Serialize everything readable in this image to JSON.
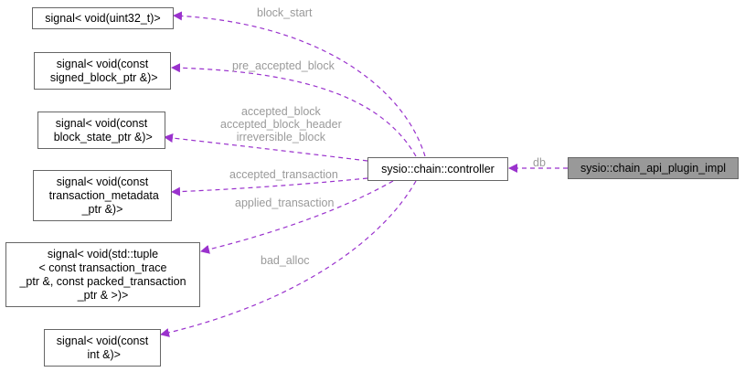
{
  "colors": {
    "edge": "#9a32cd",
    "node_border": "#666666",
    "focus_fill": "#999999",
    "label_text": "#9a9a9a"
  },
  "nodes": {
    "chain_api_plugin_impl": "sysio::chain_api_plugin_impl",
    "controller": "sysio::chain::controller",
    "signal_uint32": "signal< void(uint32_t)>",
    "signal_signed_block": "signal< void(const\n signed_block_ptr &)>",
    "signal_block_state": "signal< void(const\n block_state_ptr &)>",
    "signal_transaction_metadata": "signal< void(const\n transaction_metadata\n_ptr &)>",
    "signal_tuple": "signal< void(std::tuple\n< const transaction_trace\n_ptr &, const packed_transaction\n_ptr & >)>",
    "signal_int": "signal< void(const\n int &)>"
  },
  "edge_labels": {
    "db": "db",
    "block_start": "block_start",
    "pre_accepted_block": "pre_accepted_block",
    "block_state_group": "accepted_block\naccepted_block_header\nirreversible_block",
    "accepted_transaction": "accepted_transaction",
    "applied_transaction": "applied_transaction",
    "bad_alloc": "bad_alloc"
  }
}
